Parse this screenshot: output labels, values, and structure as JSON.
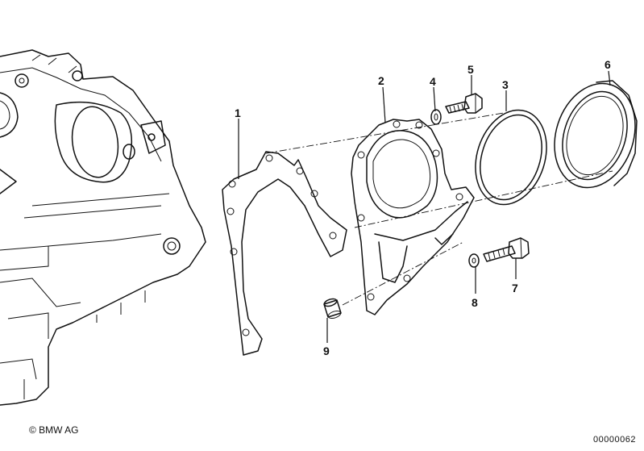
{
  "part_labels": [
    {
      "id": "p1",
      "text": "1"
    },
    {
      "id": "p2",
      "text": "2"
    },
    {
      "id": "p3",
      "text": "3"
    },
    {
      "id": "p4",
      "text": "4"
    },
    {
      "id": "p5",
      "text": "5"
    },
    {
      "id": "p6",
      "text": "6"
    },
    {
      "id": "p7",
      "text": "7"
    },
    {
      "id": "p8",
      "text": "8"
    },
    {
      "id": "p9",
      "text": "9"
    }
  ],
  "footer": {
    "copyright": "© BMW AG",
    "diagram_id": "00000062"
  }
}
